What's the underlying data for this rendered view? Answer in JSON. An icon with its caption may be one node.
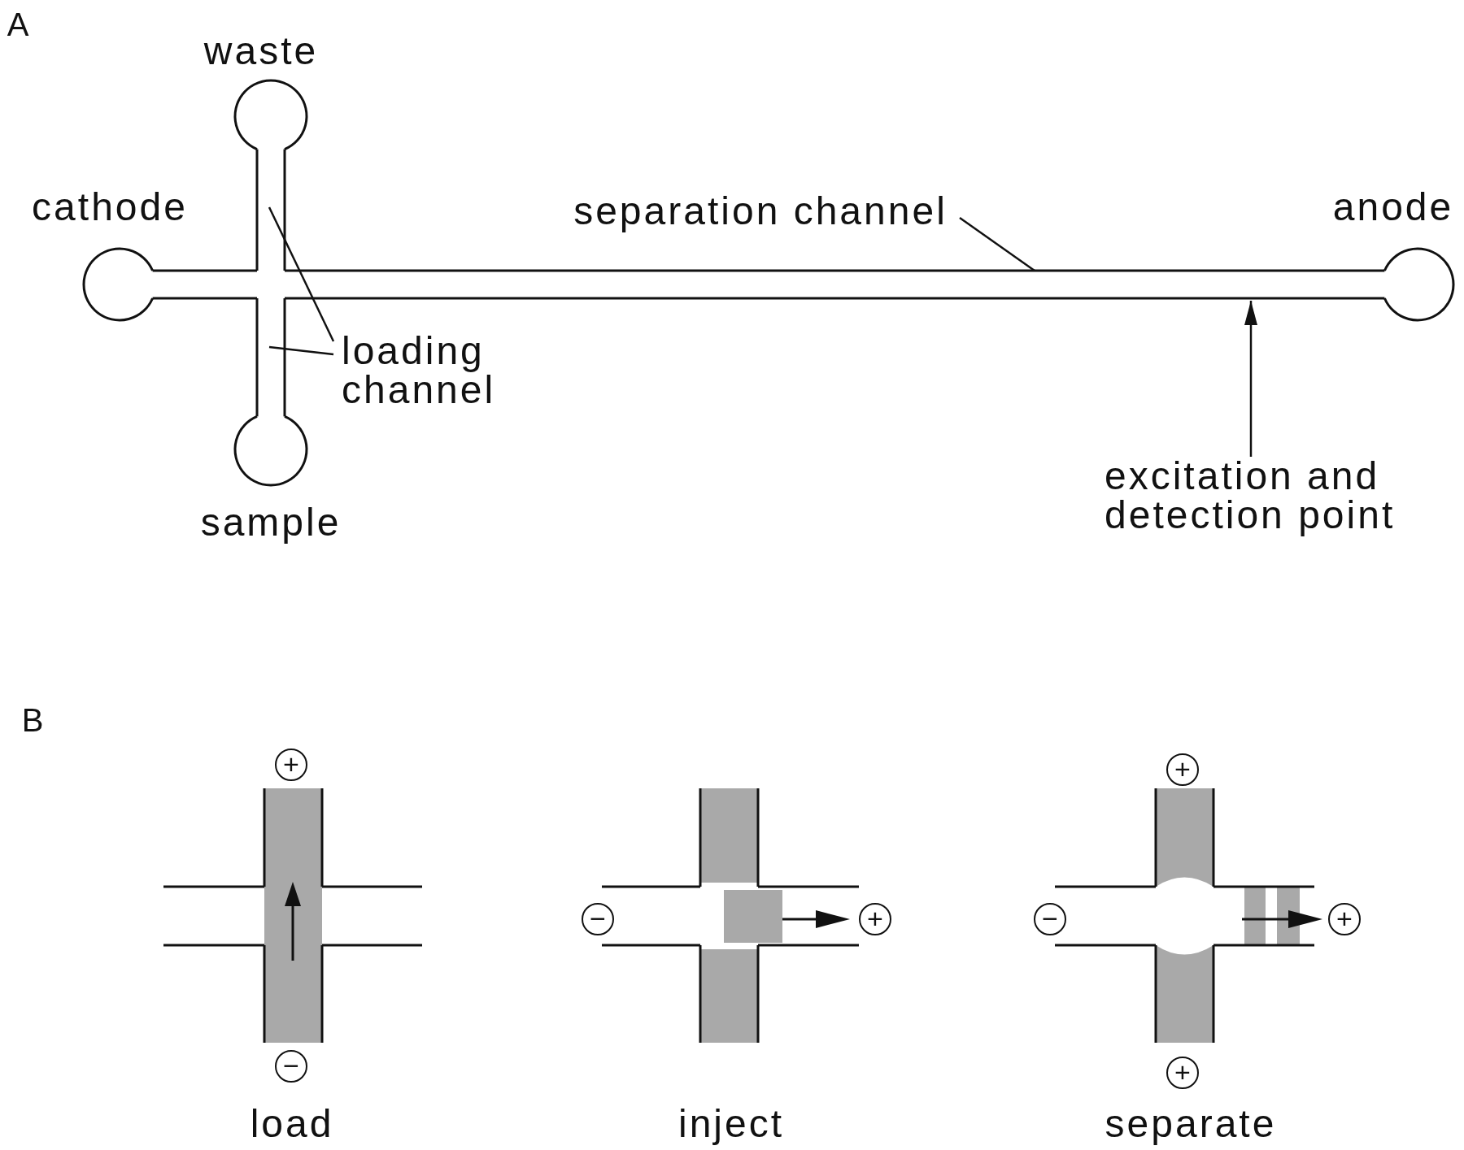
{
  "diagram": {
    "nodes": [
      {
        "text": [
          "cathode"
        ]
      },
      {
        "text": [
          "waste"
        ]
      },
      {
        "text": [
          "sample"
        ]
      },
      {
        "text": [
          "anode"
        ]
      },
      {
        "text": [
          "separation channel"
        ]
      },
      {
        "text": [],
        "shape": "bar"
      },
      {
        "text": [
          "loading channel"
        ]
      },
      {
        "text": [],
        "shape": "bar"
      },
      {
        "text": [
          "excitation and detection point"
        ]
      }
    ],
    "edges": [
      {
        "from": 4,
        "to": 5,
        "arrow": "none"
      },
      {
        "from": 6,
        "to": 7,
        "arrow": "none"
      },
      {
        "from": 6,
        "to": 7,
        "arrow": "none"
      },
      {
        "from": 8,
        "to": 5,
        "arrow": "to"
      }
    ],
    "labels": [
      "A",
      "B",
      "+",
      "−",
      "load",
      "−",
      "+",
      "inject",
      "+",
      "−",
      "+",
      "+",
      "separate"
    ]
  }
}
